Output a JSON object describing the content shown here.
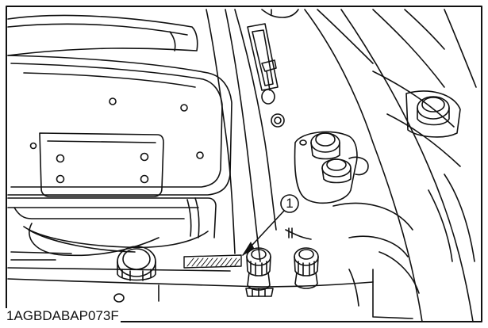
{
  "figure": {
    "callout_number": "1",
    "figure_id": "1AGBDABAP073F",
    "callout_target": "label-decal"
  },
  "colors": {
    "line": "#111111",
    "background": "#ffffff",
    "frame": "#111111"
  }
}
